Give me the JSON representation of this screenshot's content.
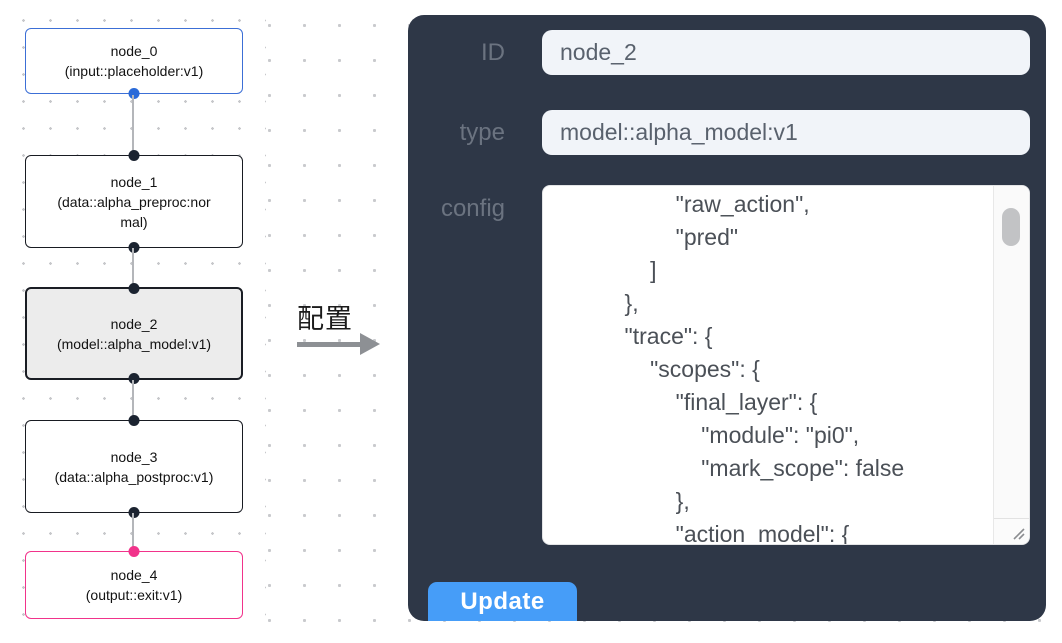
{
  "flow": {
    "nodes": [
      {
        "id": "node_0",
        "title": "node_0",
        "subtitle": "(input::placeholder:v1)",
        "role": "input",
        "border_color": "#3c6fd6"
      },
      {
        "id": "node_1",
        "title": "node_1",
        "subtitle": "(data::alpha_preproc:normal)",
        "role": "default",
        "border_color": "#181b22"
      },
      {
        "id": "node_2",
        "title": "node_2",
        "subtitle": "(model::alpha_model:v1)",
        "role": "selected",
        "border_color": "#1a1d24",
        "fill": "#ececec"
      },
      {
        "id": "node_3",
        "title": "node_3",
        "subtitle": "(data::alpha_postproc:v1)",
        "role": "default",
        "border_color": "#181b22"
      },
      {
        "id": "node_4",
        "title": "node_4",
        "subtitle": "(output::exit:v1)",
        "role": "output",
        "border_color": "#f1338b"
      }
    ],
    "handle_colors": {
      "default": "#1b2330",
      "input_output": "#2a6ad8",
      "exit": "#f1338b"
    }
  },
  "middle": {
    "label": "配置"
  },
  "panel": {
    "background": "#2e3747",
    "fields": [
      {
        "label": "ID",
        "value": "node_2"
      },
      {
        "label": "type",
        "value": "model::alpha_model:v1"
      }
    ],
    "config": {
      "label": "config",
      "text": "            \"raw_action\",\n            \"pred\"\n        ]\n    },\n    \"trace\": {\n        \"scopes\": {\n            \"final_layer\": {\n                \"module\": \"pi0\",\n                \"mark_scope\": false\n            },\n            \"action_model\": {"
    },
    "update_label": "Update",
    "accent": "#469df8"
  }
}
